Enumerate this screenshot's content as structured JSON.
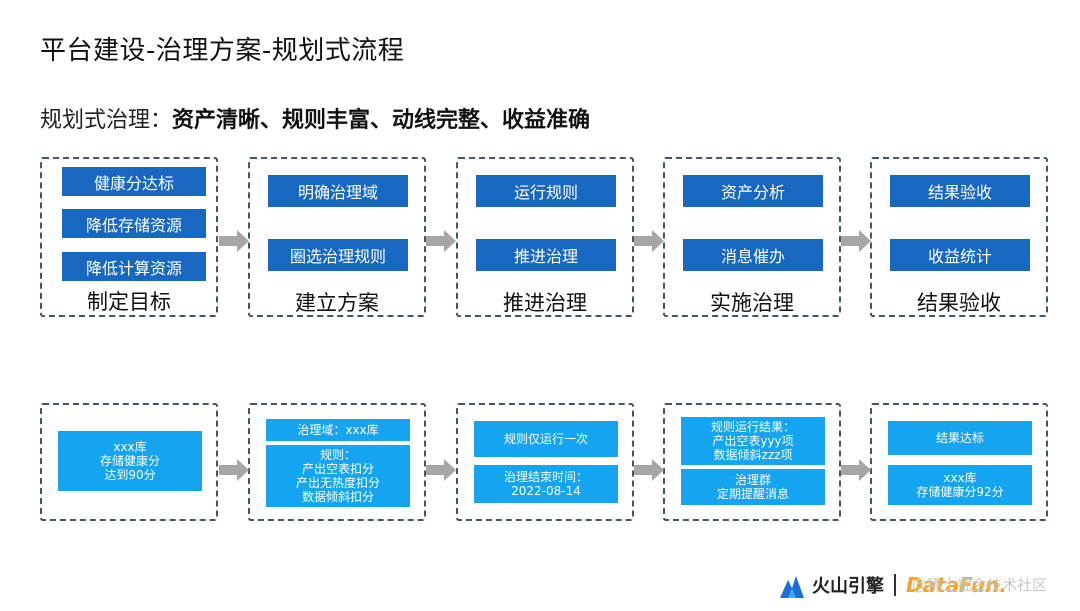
{
  "title": "平台建设-治理方案-规划式流程",
  "subtitle": {
    "prefix": "规划式治理：",
    "emphasis": "资产清晰、规则丰富、动线完整、收益准确"
  },
  "stages": [
    {
      "label": "制定目标",
      "items": [
        "健康分达标",
        "降低存储资源",
        "降低计算资源"
      ],
      "example": [
        {
          "lines": [
            "xxx库",
            "存储健康分",
            "达到90分"
          ]
        }
      ]
    },
    {
      "label": "建立方案",
      "items": [
        "明确治理域",
        "圈选治理规则"
      ],
      "example": [
        {
          "lines": [
            "治理域：xxx库"
          ]
        },
        {
          "lines": [
            "规则：",
            "产出空表扣分",
            "产出无热度扣分",
            "数据倾斜扣分"
          ]
        }
      ]
    },
    {
      "label": "推进治理",
      "items": [
        "运行规则",
        "推进治理"
      ],
      "example": [
        {
          "lines": [
            "规则仅运行一次"
          ]
        },
        {
          "lines": [
            "治理结束时间：",
            "2022-08-14"
          ]
        }
      ]
    },
    {
      "label": "实施治理",
      "items": [
        "资产分析",
        "消息催办"
      ],
      "example": [
        {
          "lines": [
            "规则运行结果：",
            "产出空表yyy项",
            "数据倾斜zzz项"
          ]
        },
        {
          "lines": [
            "治理群",
            "定期提醒消息"
          ]
        }
      ]
    },
    {
      "label": "结果验收",
      "items": [
        "结果验收",
        "收益统计"
      ],
      "example": [
        {
          "lines": [
            "结果达标"
          ]
        },
        {
          "lines": [
            "xxx库",
            "存储健康分92分"
          ]
        }
      ]
    }
  ],
  "footer": {
    "brand": "火山引擎",
    "partner": "DataFun.",
    "watermark": "@稀土掘金技术社区"
  },
  "colors": {
    "dark_box": "#1868c2",
    "light_box": "#14a4f0",
    "border": "#44546a",
    "arrow": "#a6a6a6"
  }
}
